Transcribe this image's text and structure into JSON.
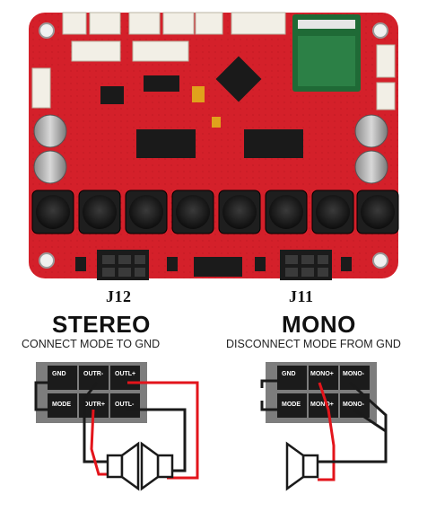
{
  "connectors": {
    "left": "J12",
    "right": "J11"
  },
  "stereo": {
    "title": "STEREO",
    "instruction": "CONNECT MODE TO GND",
    "pins": [
      "GND",
      "OUTR-",
      "OUTL+",
      "MODE",
      "OUTR+",
      "OUTL-"
    ]
  },
  "mono": {
    "title": "MONO",
    "instruction": "DISCONNECT MODE FROM GND",
    "pins": [
      "GND",
      "MONO+",
      "MONO-",
      "MODE",
      "MONO+",
      "MONO-"
    ]
  },
  "colors": {
    "board": "#d4202a",
    "wire_red": "#e3141b",
    "wire_black": "#1a1a1a",
    "connector": "#1b1b1b",
    "plate": "#7d7d7d"
  }
}
